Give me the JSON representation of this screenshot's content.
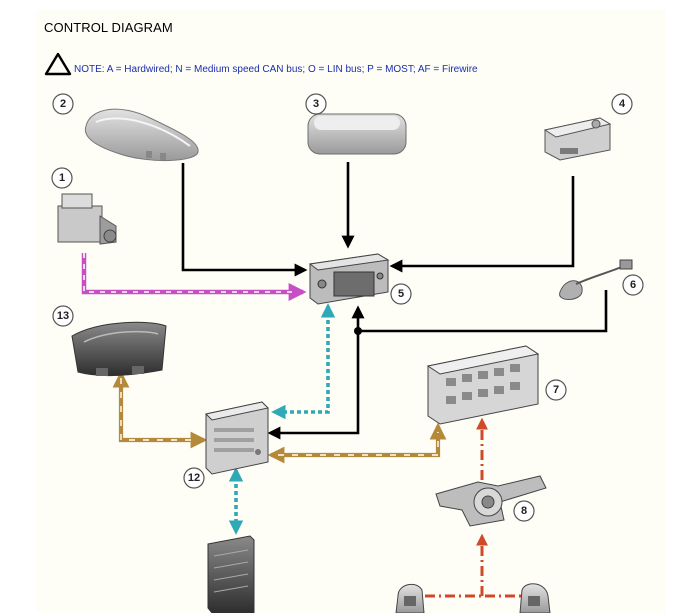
{
  "header": {
    "title": "CONTROL DIAGRAM",
    "note": "NOTE: A = Hardwired; N = Medium speed CAN bus; O = LIN bus; P = MOST; AF = Firewire"
  },
  "callouts": [
    "1",
    "2",
    "3",
    "4",
    "5",
    "6",
    "7",
    "8",
    "12",
    "13"
  ],
  "icons": [
    "warning-triangle-icon"
  ],
  "colors": {
    "hardwired": "#000000",
    "most": "#a3321f",
    "can": "#b5893a",
    "lin": "#2ea9b5",
    "firewire": "#c64fc6",
    "background": "#fefdf6"
  }
}
